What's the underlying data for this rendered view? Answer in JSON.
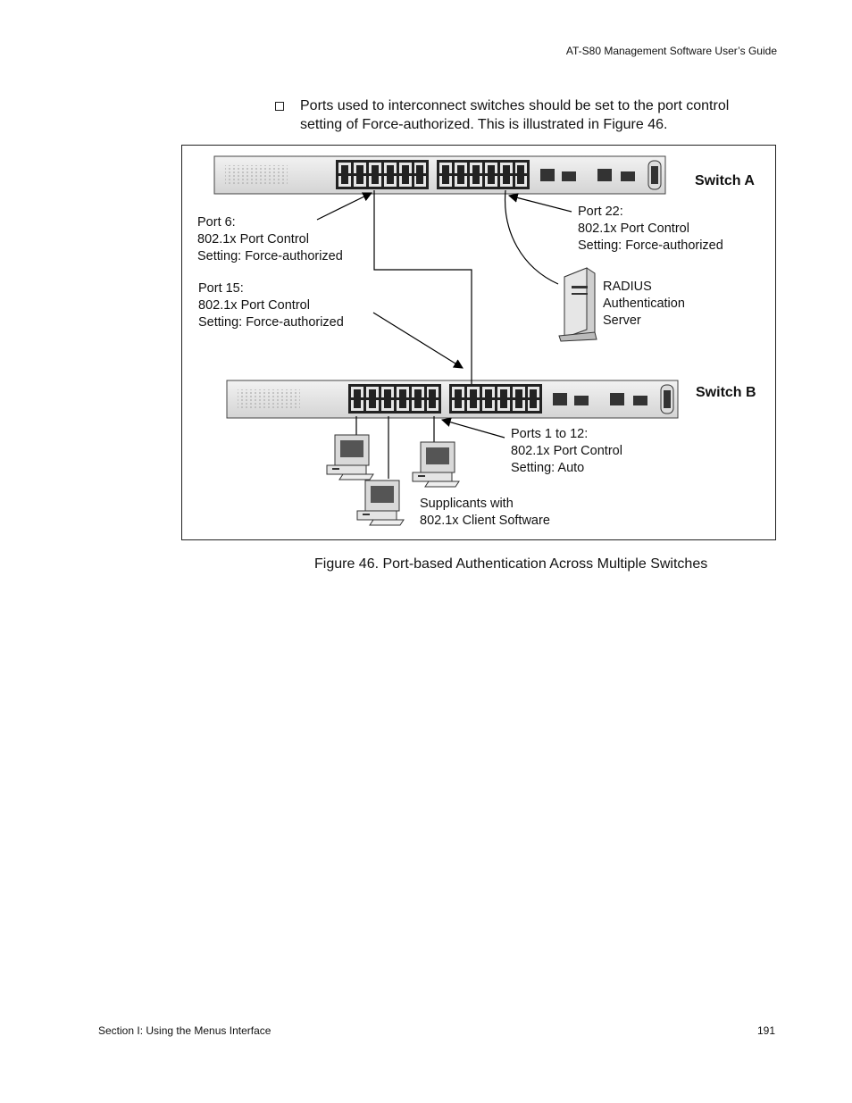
{
  "header": {
    "title": "AT-S80 Management Software User’s Guide"
  },
  "bullet": {
    "text": "Ports used to interconnect switches should be set to the port control setting of Force-authorized. This is illustrated in Figure 46."
  },
  "figure": {
    "switch_a": "Switch A",
    "switch_b": "Switch B",
    "port6": "Port 6:\n802.1x Port Control\nSetting: Force-authorized",
    "port15": "Port 15:\n802.1x Port Control\nSetting: Force-authorized",
    "port22": "Port 22:\n802.1x Port Control\nSetting: Force-authorized",
    "radius": "RADIUS\nAuthentication\nServer",
    "ports1to12": "Ports 1 to 12:\n802.1x Port Control\nSetting: Auto",
    "supplicants": "Supplicants with\n802.1x Client Software"
  },
  "caption": "Figure 46. Port-based Authentication Across Multiple Switches",
  "footer": {
    "section": "Section I: Using the Menus Interface",
    "page": "191"
  }
}
